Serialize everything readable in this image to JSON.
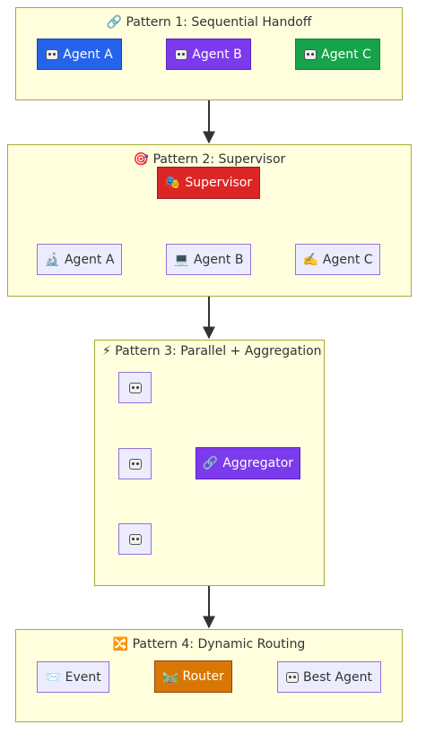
{
  "colors": {
    "cluster_fill": "#ffffde",
    "cluster_border": "#aaaa33",
    "node_default_fill": "#ececff",
    "node_default_border": "#9370db",
    "agent_a_fill": "#2563eb",
    "agent_b_fill": "#7c3aed",
    "agent_c_fill": "#16a34a",
    "supervisor_fill": "#dc2626",
    "aggregator_fill": "#7c3aed",
    "router_fill": "#d97706",
    "edge": "#333333"
  },
  "patterns": [
    {
      "icon": "link-icon",
      "emoji": "🔗",
      "title": "Pattern 1: Sequential Handoff",
      "nodes": [
        {
          "label": "Agent A",
          "icon": "robot-icon"
        },
        {
          "label": "Agent B",
          "icon": "robot-icon"
        },
        {
          "label": "Agent C",
          "icon": "robot-icon"
        }
      ]
    },
    {
      "icon": "target-icon",
      "emoji": "🎯",
      "title": "Pattern 2: Supervisor",
      "supervisor": {
        "label": "Supervisor",
        "icon": "theater-masks-icon",
        "emoji": "🎭"
      },
      "nodes": [
        {
          "label": "Agent A",
          "icon": "microscope-icon",
          "emoji": "🔬"
        },
        {
          "label": "Agent B",
          "icon": "laptop-icon",
          "emoji": "💻"
        },
        {
          "label": "Agent C",
          "icon": "writing-hand-icon",
          "emoji": "✍️"
        }
      ]
    },
    {
      "icon": "lightning-icon",
      "emoji": "⚡",
      "title": "Pattern 3: Parallel + Aggregation",
      "workers": [
        {
          "icon": "robot-icon"
        },
        {
          "icon": "robot-icon"
        },
        {
          "icon": "robot-icon"
        }
      ],
      "aggregator": {
        "label": "Aggregator",
        "icon": "link-icon",
        "emoji": "🔗"
      }
    },
    {
      "icon": "shuffle-icon",
      "emoji": "🔀",
      "title": "Pattern 4: Dynamic Routing",
      "event": {
        "label": "Event",
        "icon": "envelope-icon",
        "emoji": "📨"
      },
      "router": {
        "label": "Router",
        "icon": "railway-icon",
        "emoji": "🛤️"
      },
      "best": {
        "label": "Best Agent",
        "icon": "robot-icon"
      }
    }
  ]
}
